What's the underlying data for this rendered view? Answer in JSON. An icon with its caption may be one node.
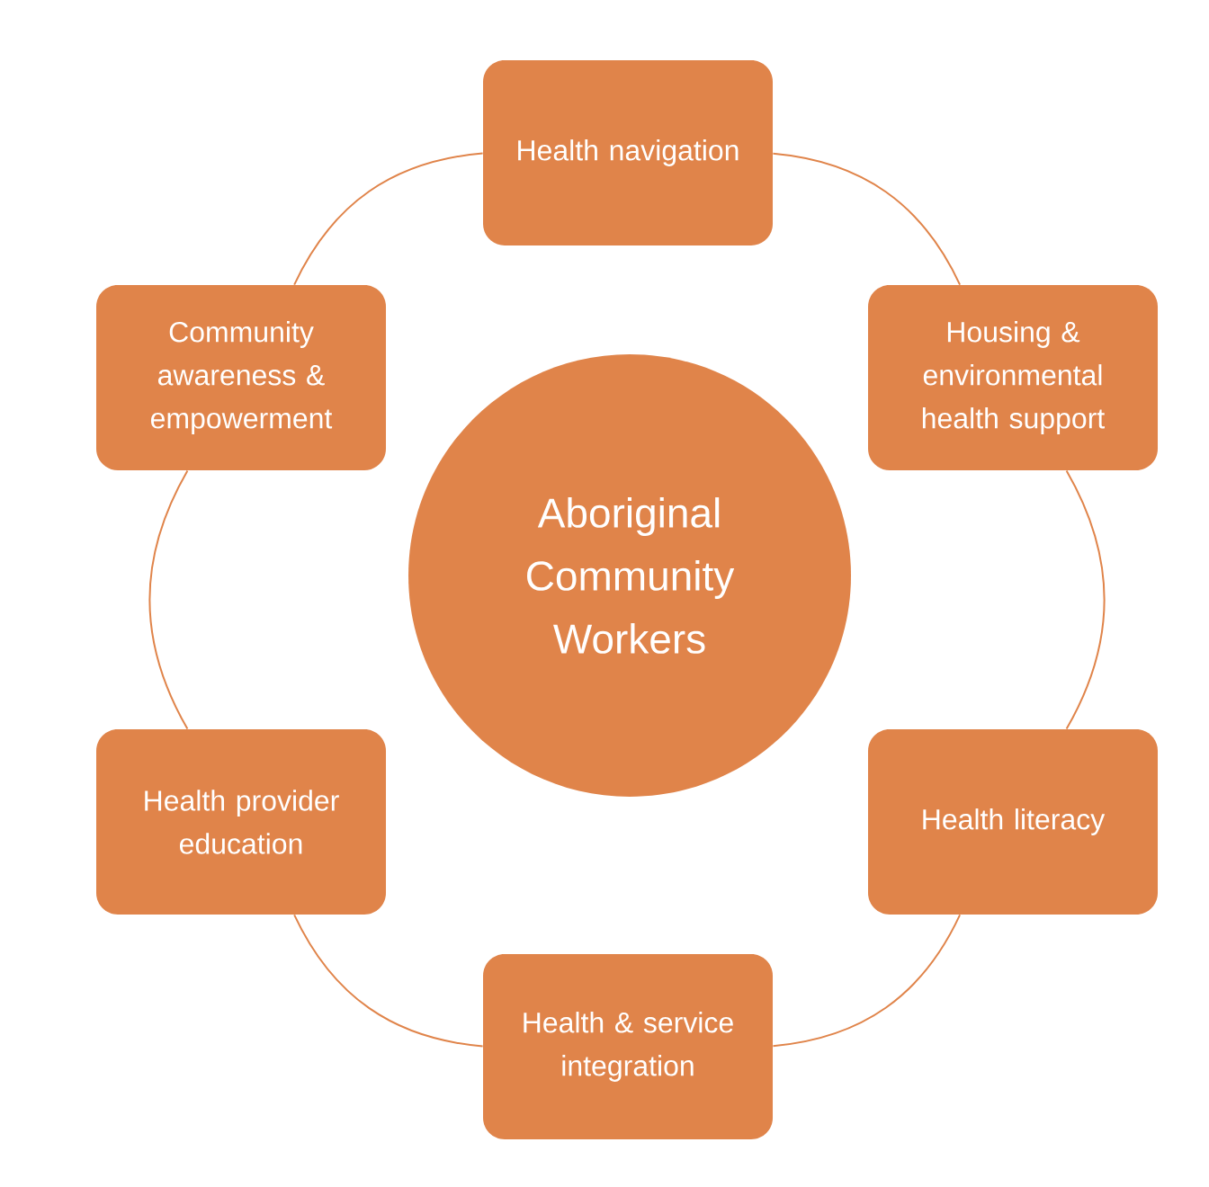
{
  "diagram": {
    "nodes": [
      {
        "text": [
          "Aboriginal Community Workers"
        ]
      },
      {
        "text": [
          "Health navigation"
        ]
      },
      {
        "text": [
          "Housing & environmental health support"
        ]
      },
      {
        "text": [
          "Health literacy"
        ]
      },
      {
        "text": [
          "Health & service integration"
        ]
      },
      {
        "text": [
          "Health provider education"
        ]
      },
      {
        "text": [
          "Community awareness & empowerment"
        ]
      }
    ],
    "edges": [
      {
        "from": 1,
        "to": 2,
        "arrow": "none"
      },
      {
        "from": 2,
        "to": 3,
        "arrow": "none"
      },
      {
        "from": 3,
        "to": 4,
        "arrow": "none"
      },
      {
        "from": 4,
        "to": 5,
        "arrow": "none"
      },
      {
        "from": 5,
        "to": 6,
        "arrow": "none"
      },
      {
        "from": 6,
        "to": 1,
        "arrow": "none"
      }
    ]
  }
}
